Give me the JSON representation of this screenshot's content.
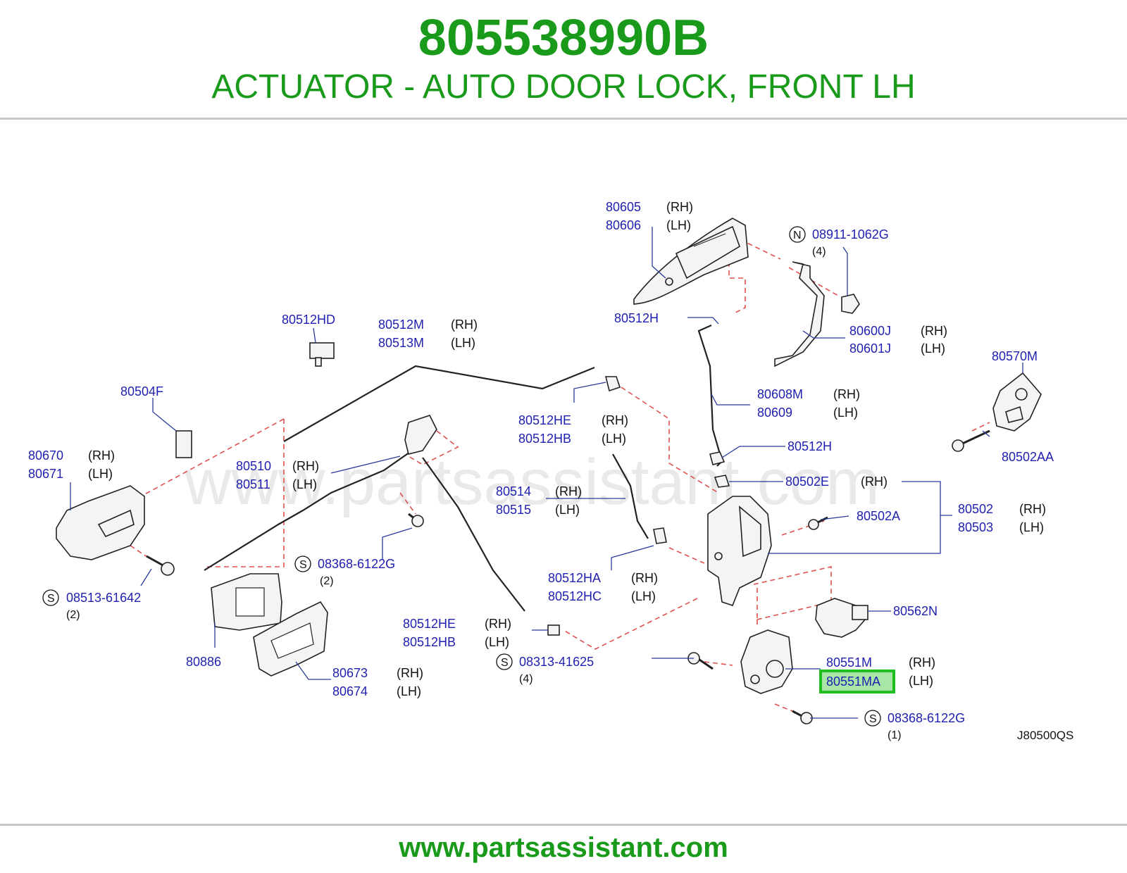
{
  "header": {
    "part_number": "805538990B",
    "description": "ACTUATOR - AUTO DOOR LOCK, FRONT LH"
  },
  "diagram": {
    "code": "J80500QS",
    "watermark": "www.partsassistant.com",
    "highlight_color": "#1fbf1f",
    "labels": {
      "l80605": "80605",
      "l80606": "80606",
      "n08911": "08911-1062G",
      "q08911": "(4)",
      "l80512H_a": "80512H",
      "l80600J": "80600J",
      "l80601J": "80601J",
      "l80512HD": "80512HD",
      "l80512M": "80512M",
      "l80513M": "80513M",
      "l80570M": "80570M",
      "l80504F": "80504F",
      "l80608M": "80608M",
      "l80609": "80609",
      "l80512HE_a": "80512HE",
      "l80512HB_a": "80512HB",
      "l80502AA": "80502AA",
      "l80670": "80670",
      "l80671": "80671",
      "l80510": "80510",
      "l80511": "80511",
      "l80512H_b": "80512H",
      "l80502E": "80502E",
      "l80514": "80514",
      "l80515": "80515",
      "l80502A": "80502A",
      "l80502": "80502",
      "l80503": "80503",
      "s08368_a": "08368-6122G",
      "q08368_a": "(2)",
      "s08513": "08513-61642",
      "q08513": "(2)",
      "l80512HA": "80512HA",
      "l80512HC": "80512HC",
      "l80562N": "80562N",
      "l80512HE_b": "80512HE",
      "l80512HB_b": "80512HB",
      "l80886": "80886",
      "s08313": "08313-41625",
      "q08313": "(4)",
      "l80551M": "80551M",
      "l80551MA": "80551MA",
      "l80673": "80673",
      "l80674": "80674",
      "s08368_b": "08368-6122G",
      "q08368_b": "(1)"
    },
    "sides": {
      "rh": "(RH)",
      "lh": "(LH)"
    },
    "std_letters": {
      "n": "N",
      "s": "S"
    }
  },
  "footer": {
    "url": "www.partsassistant.com"
  }
}
